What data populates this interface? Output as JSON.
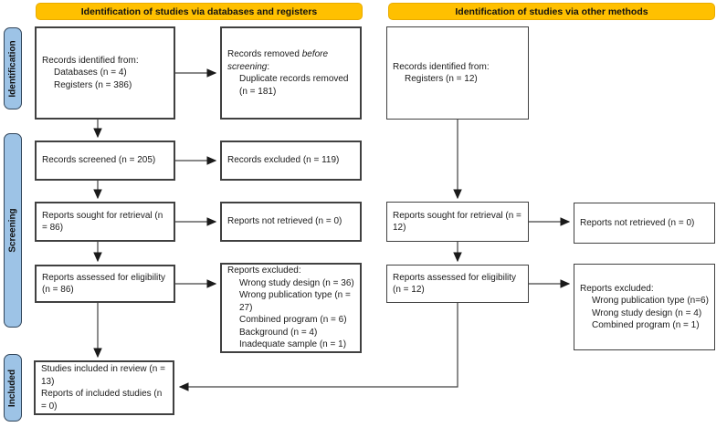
{
  "banners": {
    "left": "Identification of studies via databases and registers",
    "right": "Identification of studies via other methods"
  },
  "stages": {
    "identification": "Identification",
    "screening": "Screening",
    "included": "Included"
  },
  "colors": {
    "banner_fill": "#FFC000",
    "stage_fill": "#9DC3E6",
    "stage_border": "#31455A",
    "box_border": "#404040",
    "arrow": "#404040"
  },
  "left_flow": {
    "identified": {
      "line1": "Records identified from:",
      "line2": "Databases (n = 4)",
      "line3": "Registers (n = 386)"
    },
    "removed": {
      "normal1": "Records removed ",
      "italic": "before screening",
      "colon": ":",
      "item1": "Duplicate records removed (n = 181)"
    },
    "screened": "Records screened (n = 205)",
    "records_excluded": "Records excluded (n = 119)",
    "sought": "Reports sought for retrieval (n = 86)",
    "not_retrieved": "Reports not retrieved (n = 0)",
    "assessed": "Reports assessed for eligibility (n = 86)",
    "reports_excluded": {
      "title": "Reports excluded:",
      "items": [
        "Wrong study design (n = 36)",
        "Wrong publication type (n = 27)",
        "Combined program (n = 6)",
        "Background (n = 4)",
        "Inadequate sample (n = 1)"
      ]
    },
    "included": {
      "line1": "Studies included in review (n = 13)",
      "line2": "Reports of included studies (n = 0)"
    }
  },
  "right_flow": {
    "identified": {
      "line1": "Records identified from:",
      "line2": "Registers (n = 12)"
    },
    "sought": "Reports sought for retrieval (n = 12)",
    "not_retrieved": "Reports not retrieved (n = 0)",
    "assessed": "Reports assessed for eligibility (n = 12)",
    "reports_excluded": {
      "title": "Reports excluded:",
      "items": [
        "Wrong publication type (n=6)",
        "Wrong study design (n = 4)",
        "Combined program (n = 1)"
      ]
    }
  }
}
